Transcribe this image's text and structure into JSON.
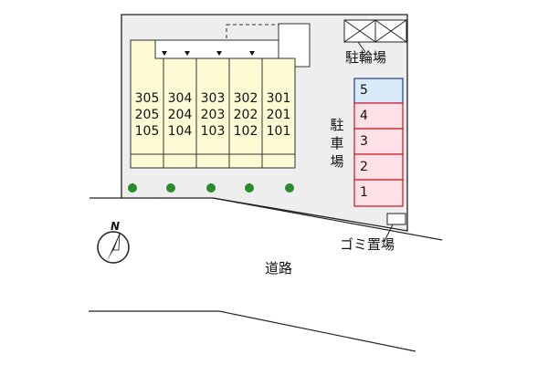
{
  "labels": {
    "bicycle_parking": "駐輪場",
    "parking": "駐車場",
    "garbage": "ゴミ置場",
    "road": "道路",
    "north": "N"
  },
  "building": {
    "columns": [
      [
        "305",
        "205",
        "105"
      ],
      [
        "304",
        "204",
        "104"
      ],
      [
        "303",
        "203",
        "103"
      ],
      [
        "302",
        "202",
        "102"
      ],
      [
        "301",
        "201",
        "101"
      ]
    ]
  },
  "parking_spaces": [
    "5",
    "4",
    "3",
    "2",
    "1"
  ],
  "colors": {
    "building_fill": "#fdfbd3",
    "parking_fill": "#fde1e6",
    "parking_border": "#d0101e",
    "parking_highlight_fill": "#d9ebf8",
    "parking_highlight_border": "#1c3f9a",
    "tree": "#2a8a2a",
    "lot_fill": "#eeeeee",
    "outline": "#222222"
  }
}
